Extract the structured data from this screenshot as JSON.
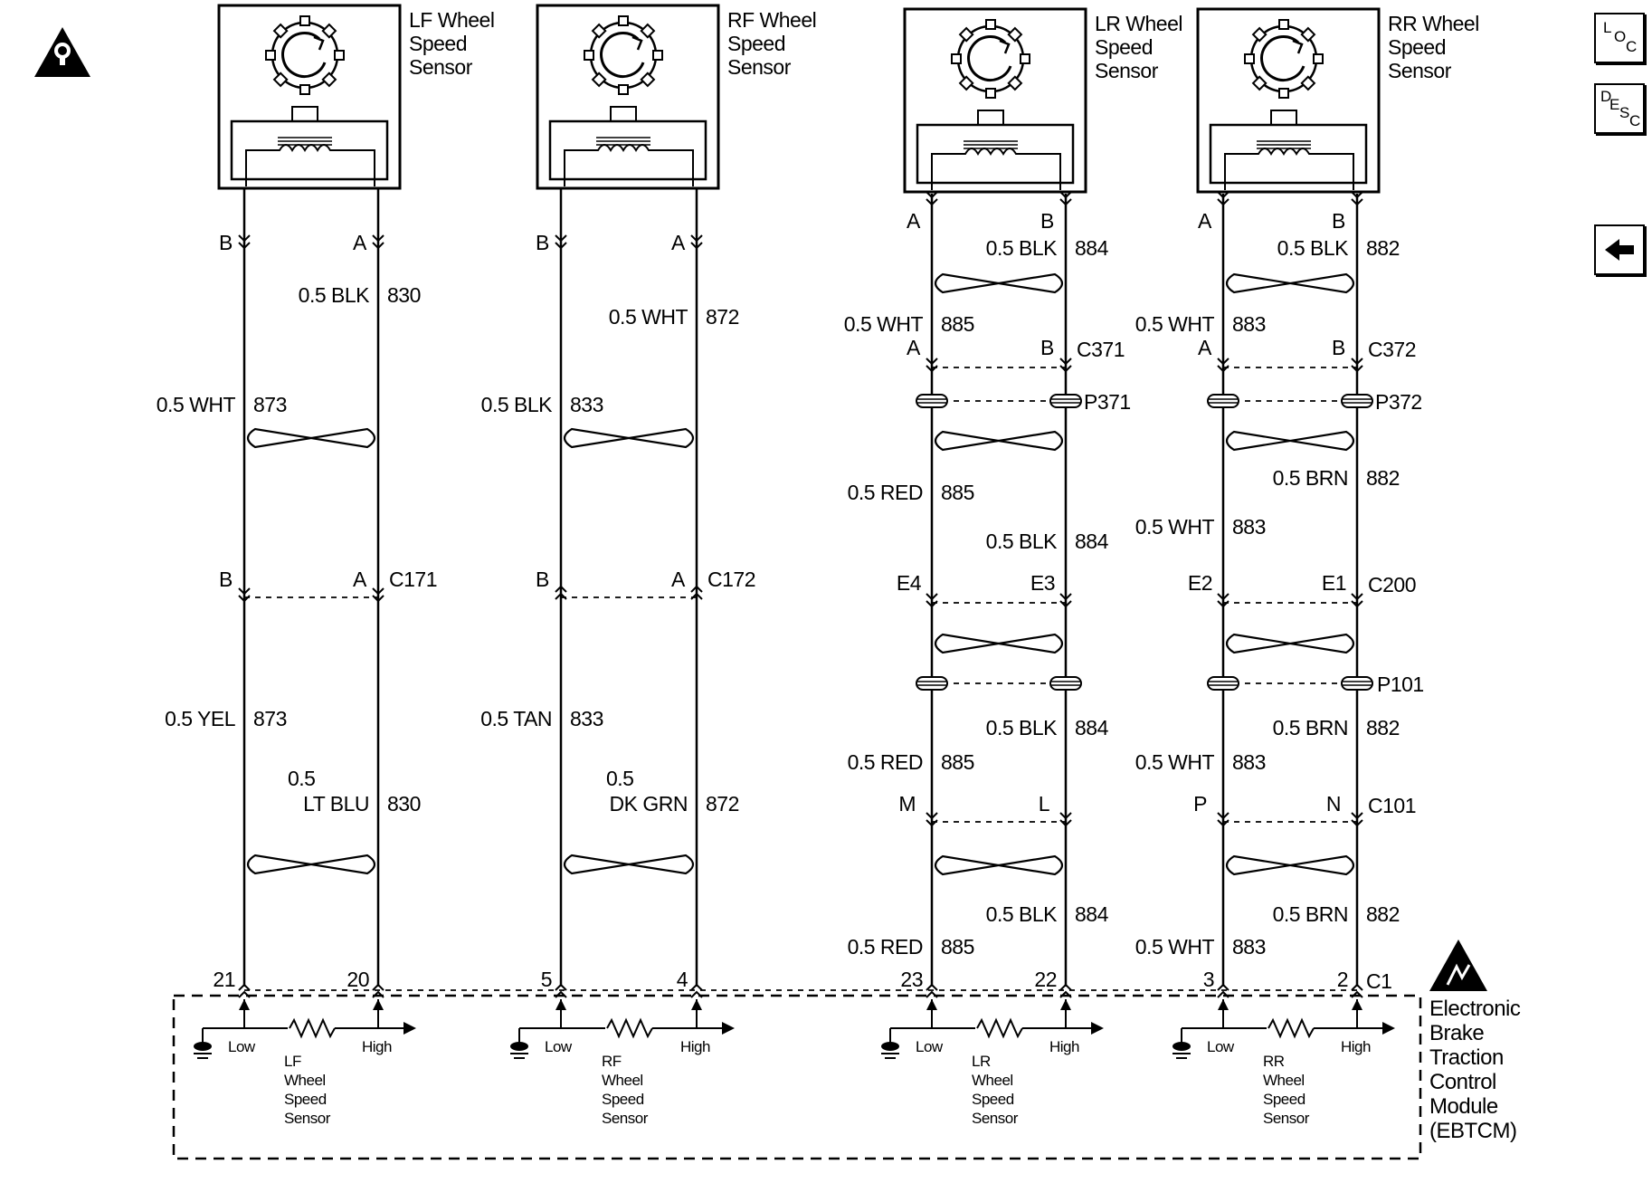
{
  "sensors": [
    {
      "id": "lf",
      "box_label": [
        "LF Wheel",
        "Speed",
        "Sensor"
      ],
      "pin_low": "B",
      "pin_high": "A",
      "seg1": {
        "low_wire": [
          "0.5 WHT",
          "873"
        ],
        "high_wire": [
          "0.5 BLK",
          "830"
        ]
      },
      "conn1": {
        "name": "C171",
        "low_pin": "B",
        "high_pin": "A"
      },
      "seg2": {
        "low_wire": [
          "0.5 YEL",
          "873"
        ],
        "high_wire": [
          "0.5",
          "LT BLU",
          "830"
        ]
      },
      "module_pins": {
        "low": "21",
        "high": "20"
      },
      "module_label": [
        "LF",
        "Wheel",
        "Speed",
        "Sensor"
      ]
    },
    {
      "id": "rf",
      "box_label": [
        "RF Wheel",
        "Speed",
        "Sensor"
      ],
      "pin_low": "B",
      "pin_high": "A",
      "seg1": {
        "low_wire": [
          "0.5 BLK",
          "833"
        ],
        "high_wire": [
          "0.5 WHT",
          "872"
        ]
      },
      "conn1": {
        "name": "C172",
        "low_pin": "B",
        "high_pin": "A"
      },
      "seg2": {
        "low_wire": [
          "0.5 TAN",
          "833"
        ],
        "high_wire": [
          "0.5",
          "DK GRN",
          "872"
        ]
      },
      "module_pins": {
        "low": "5",
        "high": "4"
      },
      "module_label": [
        "RF",
        "Wheel",
        "Speed",
        "Sensor"
      ]
    },
    {
      "id": "lr",
      "box_label": [
        "LR Wheel",
        "Speed",
        "Sensor"
      ],
      "pin_low": "A",
      "pin_high": "B",
      "seg0": {
        "high_wire": [
          "0.5 BLK",
          "884"
        ],
        "low_wire": [
          "0.5 WHT",
          "885"
        ]
      },
      "conn0": {
        "name": "C371",
        "low_pin": "A",
        "high_pin": "B"
      },
      "splice0": "P371",
      "seg1": {
        "low_wire": [
          "0.5 RED",
          "885"
        ],
        "high_wire": [
          "0.5 BLK",
          "884"
        ]
      },
      "conn1": {
        "low_pin": "E4",
        "high_pin": "E3"
      },
      "seg2": {
        "high_wire": [
          "0.5 BLK",
          "884"
        ],
        "low_wire": [
          "0.5 RED",
          "885"
        ]
      },
      "conn2": {
        "low_pin": "M",
        "high_pin": "L"
      },
      "seg3": {
        "high_wire": [
          "0.5 BLK",
          "884"
        ],
        "low_wire": [
          "0.5 RED",
          "885"
        ]
      },
      "module_pins": {
        "low": "23",
        "high": "22"
      },
      "module_label": [
        "LR",
        "Wheel",
        "Speed",
        "Sensor"
      ]
    },
    {
      "id": "rr",
      "box_label": [
        "RR Wheel",
        "Speed",
        "Sensor"
      ],
      "pin_low": "A",
      "pin_high": "B",
      "seg0": {
        "high_wire": [
          "0.5 BLK",
          "882"
        ],
        "low_wire": [
          "0.5 WHT",
          "883"
        ]
      },
      "conn0": {
        "name": "C372",
        "low_pin": "A",
        "high_pin": "B"
      },
      "splice0": "P372",
      "seg1": {
        "high_wire": [
          "0.5 BRN",
          "882"
        ],
        "low_wire": [
          "0.5 WHT",
          "883"
        ]
      },
      "conn1": {
        "name": "C200",
        "low_pin": "E2",
        "high_pin": "E1"
      },
      "splice1": "P101",
      "seg2": {
        "high_wire": [
          "0.5 BRN",
          "882"
        ],
        "low_wire": [
          "0.5 WHT",
          "883"
        ]
      },
      "conn2": {
        "name": "C101",
        "low_pin": "P",
        "high_pin": "N"
      },
      "seg3": {
        "high_wire": [
          "0.5 BRN",
          "882"
        ],
        "low_wire": [
          "0.5 WHT",
          "883"
        ]
      },
      "module_pins": {
        "low": "3",
        "high": "2"
      },
      "module_label": [
        "RR",
        "Wheel",
        "Speed",
        "Sensor"
      ]
    }
  ],
  "module": {
    "connector": "C1",
    "label": [
      "Electronic",
      "Brake",
      "Traction",
      "Control",
      "Module",
      "(EBTCM)"
    ],
    "low_label": "Low",
    "high_label": "High"
  },
  "nav": {
    "loc": [
      "L",
      "O",
      "C"
    ],
    "desc": [
      "D",
      "E",
      "S",
      "C"
    ],
    "back_icon": "left-arrow-icon",
    "caution_icon": "caution-triangle-icon",
    "esd_icon": "esd-sensitive-icon"
  }
}
